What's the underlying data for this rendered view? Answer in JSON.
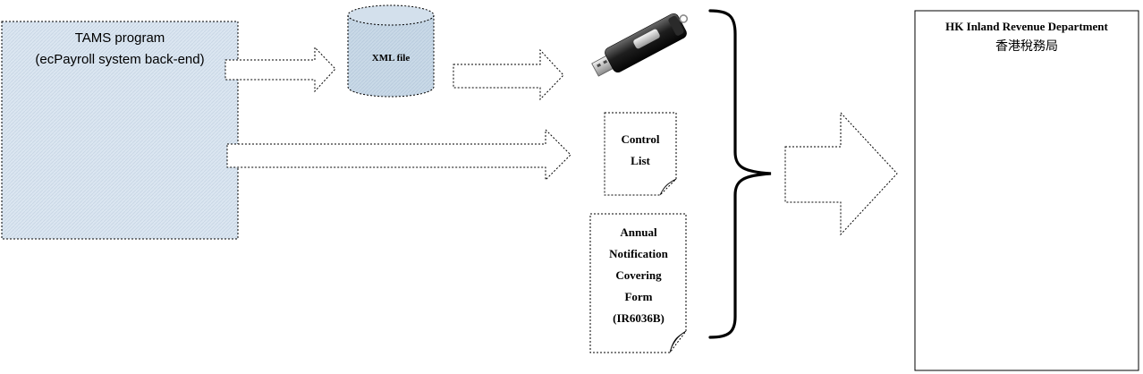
{
  "tams_box": {
    "title": "TAMS program",
    "subtitle": "(ecPayroll system back-end)"
  },
  "xml_file": {
    "label": "XML file"
  },
  "usb_drive": {
    "icon": "usb-flash-drive-icon"
  },
  "control_list": {
    "lines": [
      "Control",
      "List"
    ]
  },
  "annual_form": {
    "lines": [
      "Annual",
      "Notification",
      "Covering",
      "Form",
      "(IR6036B)"
    ]
  },
  "ird_box": {
    "title": "HK Inland Revenue Department",
    "chinese": "香港稅務局"
  },
  "colors": {
    "box_fill": "#dbe6f1",
    "cylinder_fill": "#c9d9e7",
    "stroke": "#000000"
  }
}
